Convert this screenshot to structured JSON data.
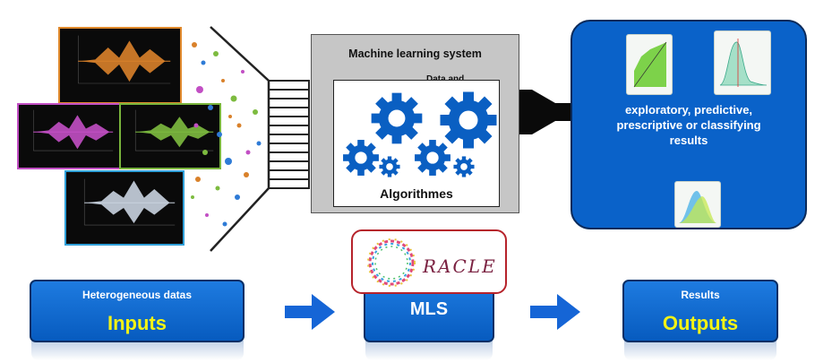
{
  "mls": {
    "title": "Machine learning system",
    "overlap_text": "Data and",
    "algorithms_label": "Algorithmes"
  },
  "results_panel": {
    "text_lines": [
      "exploratory, predictive,",
      "prescriptive or classifying",
      "results"
    ]
  },
  "bottom": {
    "inputs": {
      "title": "Heterogeneous datas",
      "main": "Inputs"
    },
    "mls": {
      "main": "MLS"
    },
    "outputs": {
      "title": "Results",
      "main": "Outputs"
    }
  },
  "logo": {
    "text": "RACLE"
  },
  "colors": {
    "box_blue": "#0a62c9",
    "gear_blue": "#0a5fc2",
    "highlight_yellow": "#f3f315",
    "arrow_blue": "#1565d6",
    "signal_orange": "#d9812a",
    "signal_magenta": "#c24fc4",
    "signal_green": "#7dbb3f",
    "signal_grey": "#c9d3e0"
  },
  "icons": [
    "gear-icon",
    "arrow-right-icon",
    "signal-chart-icon",
    "roc-curve-icon",
    "density-plot-icon"
  ]
}
